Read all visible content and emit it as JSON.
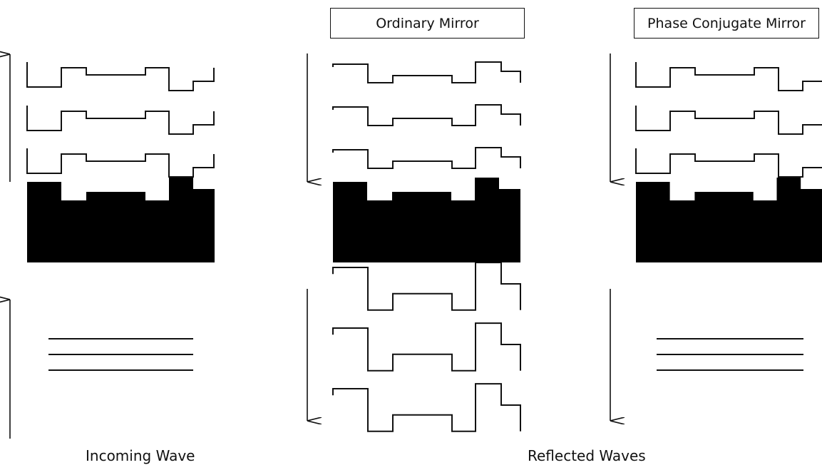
{
  "labels": {
    "ordinary_mirror": "Ordinary Mirror",
    "phase_conjugate_mirror": "Phase Conjugate Mirror",
    "incoming_wave": "Incoming Wave",
    "reflected_waves": "Reflected Waves"
  },
  "colors": {
    "stroke": "#111111",
    "fill": "#000000",
    "background": "#ffffff"
  },
  "icons": [
    "arrow-up-icon",
    "arrow-down-icon"
  ]
}
